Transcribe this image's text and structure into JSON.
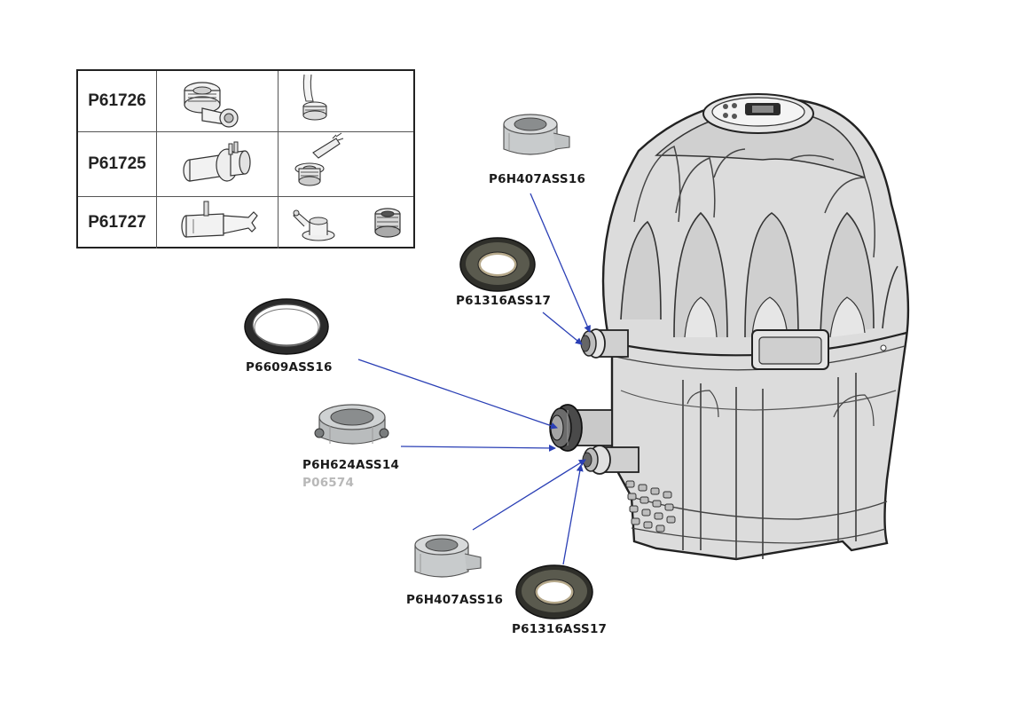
{
  "parts_table": {
    "rows": [
      {
        "code": "P61726"
      },
      {
        "code": "P61725"
      },
      {
        "code": "P61727"
      }
    ]
  },
  "callouts": {
    "top_cap": "P6H407ASS16",
    "top_gasket": "P61316ASS17",
    "large_oring": "P6609ASS16",
    "nut": "P6H624ASS14",
    "nut_alt": "P06574",
    "bottom_cap": "P6H407ASS16",
    "bottom_gasket": "P61316ASS17"
  },
  "colors": {
    "arrow": "#2a3fb5",
    "body_fill": "#dcdcdc",
    "outline": "#222222",
    "grey_part": "#c8cbcc",
    "gasket_dark": "#2f2f2a"
  }
}
